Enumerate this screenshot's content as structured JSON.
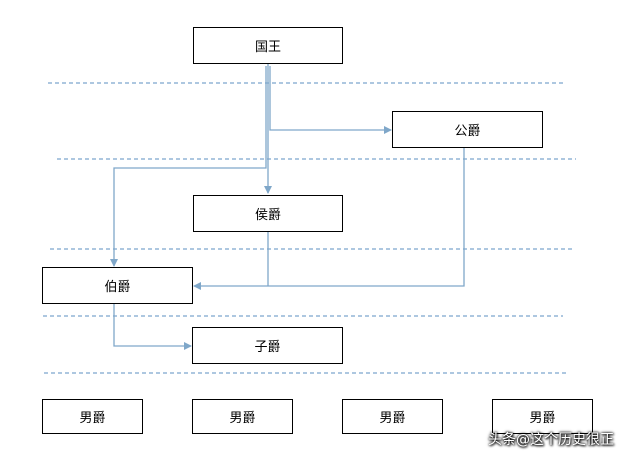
{
  "nodes": {
    "king": "国王",
    "duke": "公爵",
    "marquis": "侯爵",
    "count": "伯爵",
    "viscount": "子爵",
    "baron_1": "男爵",
    "baron_2": "男爵",
    "baron_3": "男爵",
    "baron_4": "男爵"
  },
  "watermark": "头条@这个历史很正",
  "colors": {
    "arrow": "#7fa7c9",
    "dashed": "#5b8fc2",
    "box_border": "#000000"
  }
}
